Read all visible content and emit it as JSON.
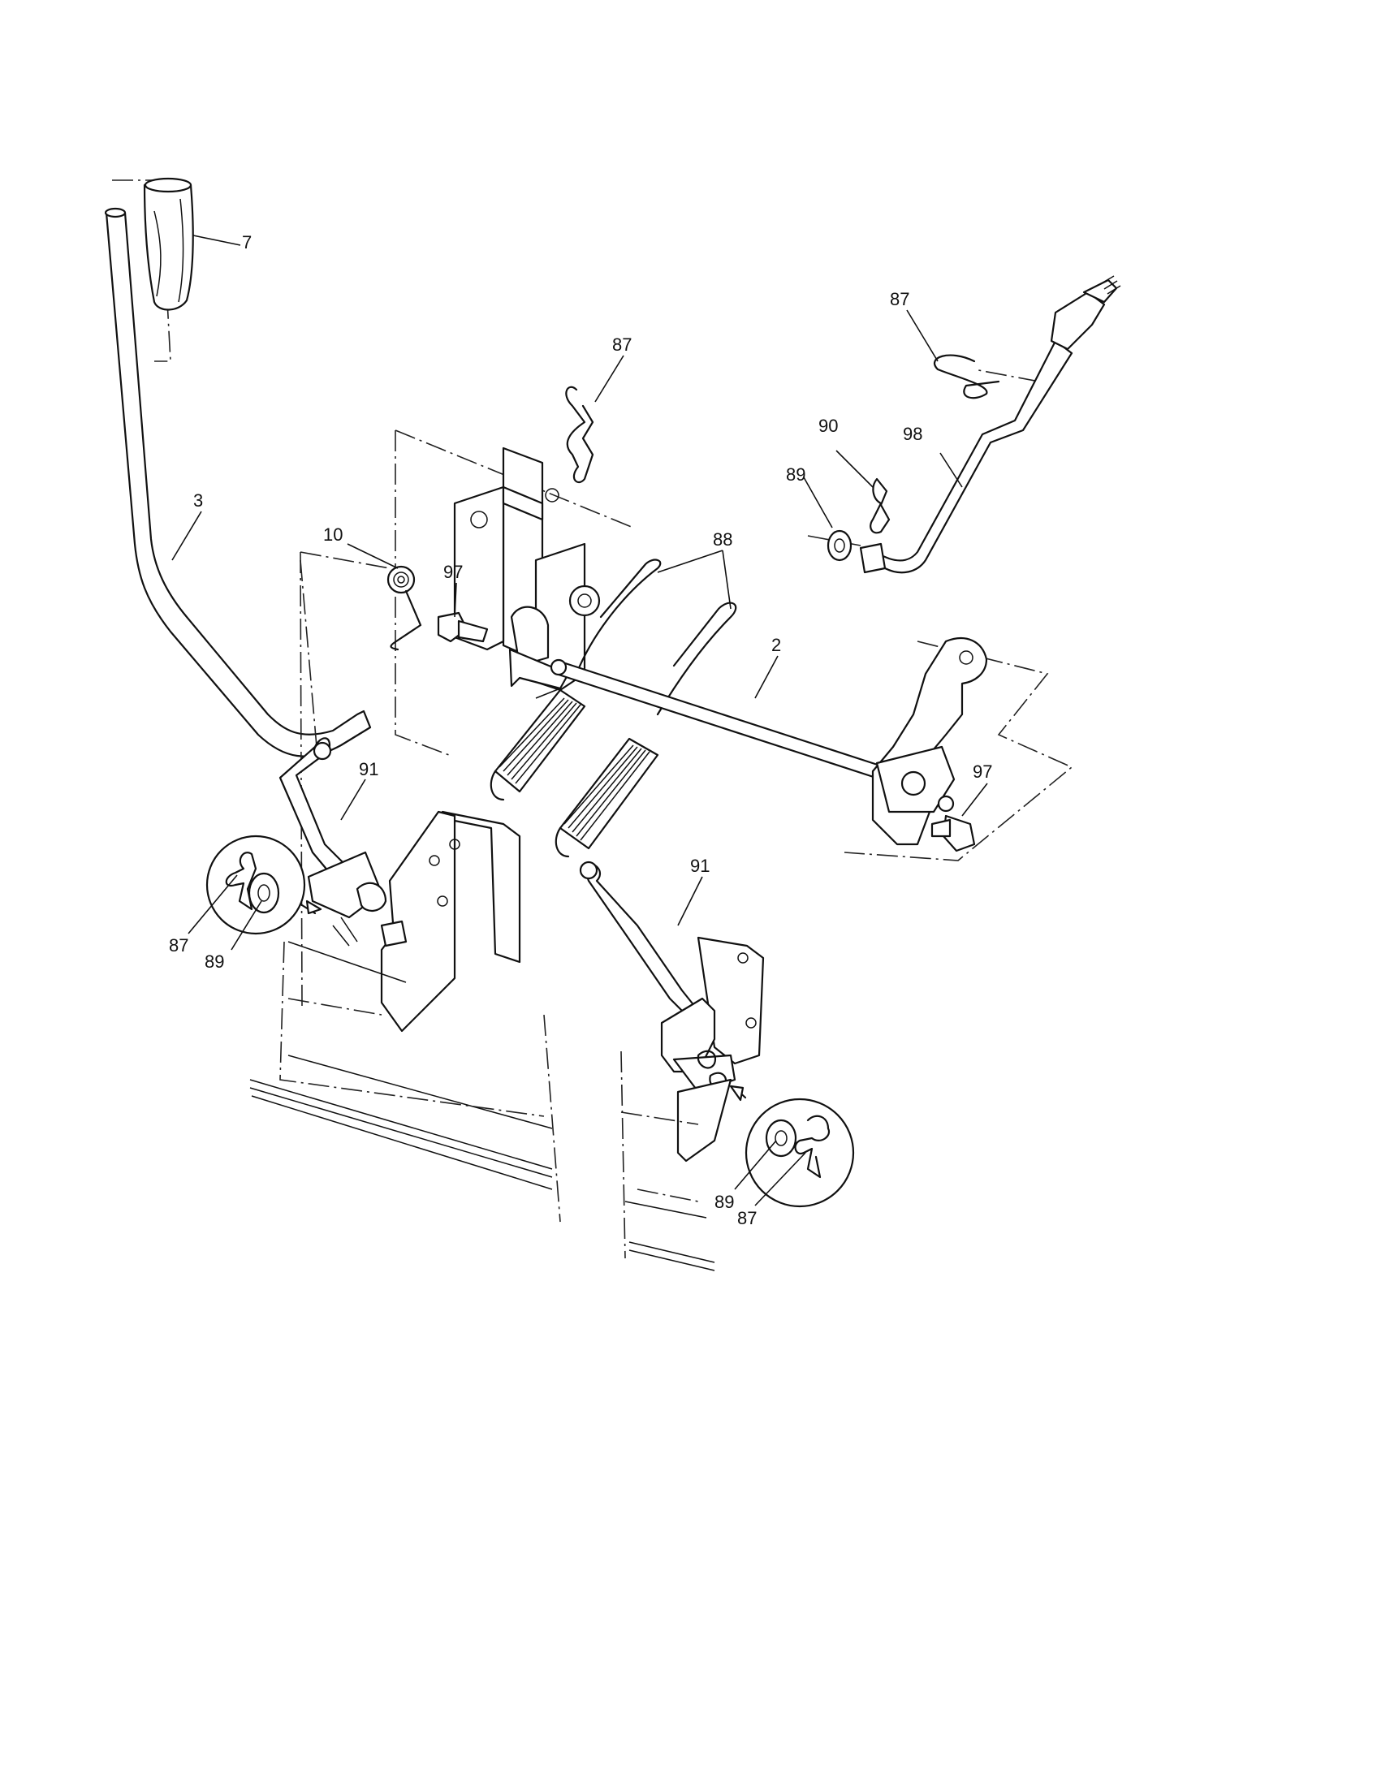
{
  "callouts": [
    {
      "id": "c7",
      "text": "7"
    },
    {
      "id": "c87a",
      "text": "87"
    },
    {
      "id": "c87b",
      "text": "87"
    },
    {
      "id": "c3",
      "text": "3"
    },
    {
      "id": "c10",
      "text": "10"
    },
    {
      "id": "c97a",
      "text": "97"
    },
    {
      "id": "c88",
      "text": "88"
    },
    {
      "id": "c90",
      "text": "90"
    },
    {
      "id": "c98",
      "text": "98"
    },
    {
      "id": "c89a",
      "text": "89"
    },
    {
      "id": "c2",
      "text": "2"
    },
    {
      "id": "c97b",
      "text": "97"
    },
    {
      "id": "c91a",
      "text": "91"
    },
    {
      "id": "c91b",
      "text": "91"
    },
    {
      "id": "c87c",
      "text": "87"
    },
    {
      "id": "c89b",
      "text": "89"
    },
    {
      "id": "c89c",
      "text": "89"
    },
    {
      "id": "c87d",
      "text": "87"
    }
  ]
}
